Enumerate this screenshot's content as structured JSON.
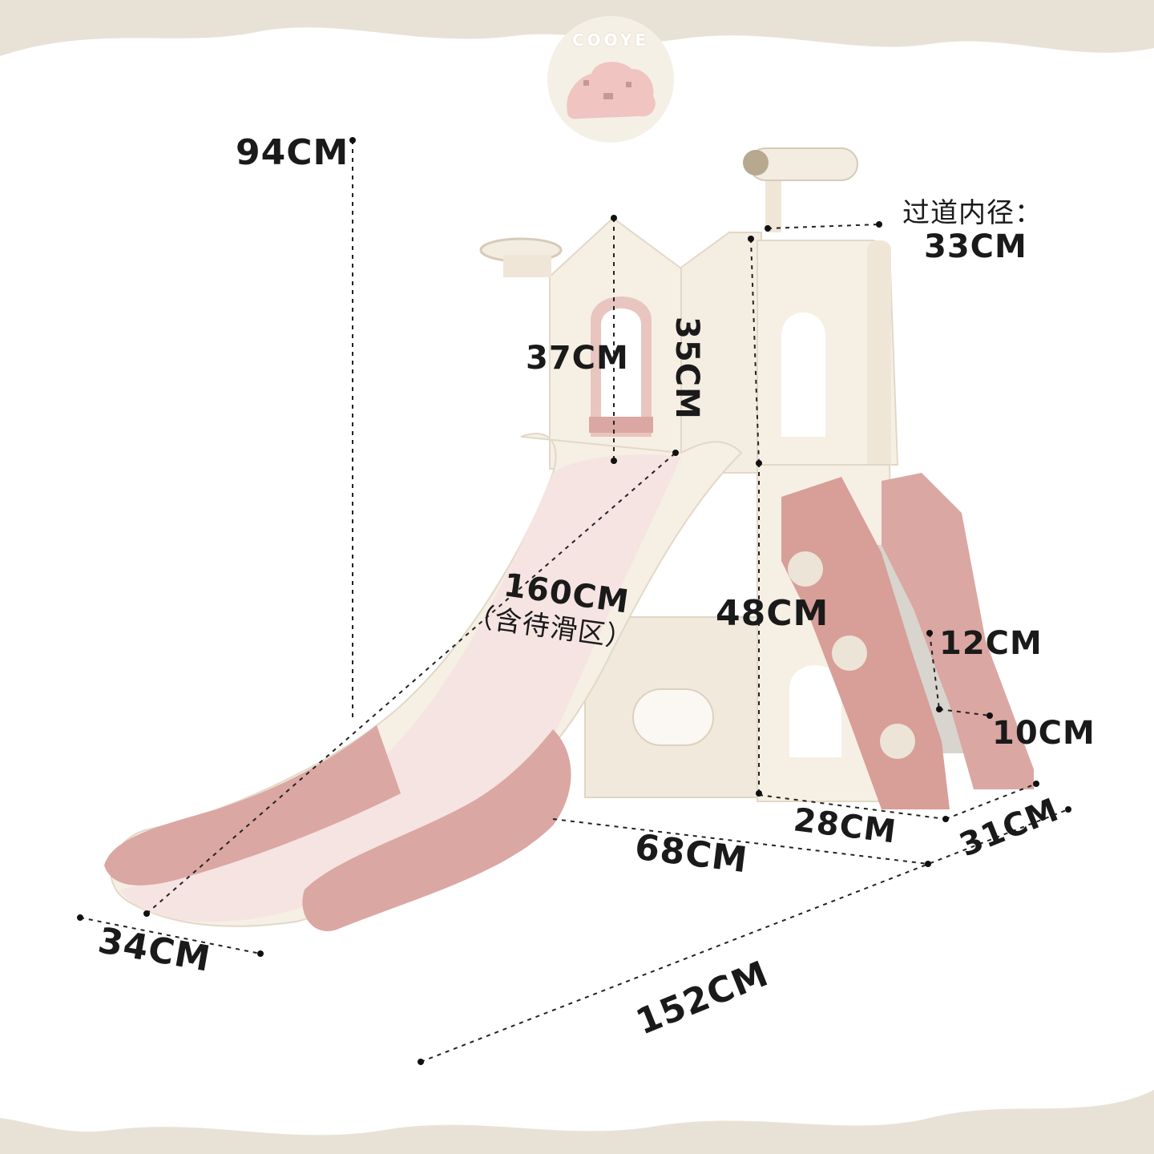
{
  "brand": {
    "name": "COOYE"
  },
  "dimensions": {
    "height_total": "94CM",
    "window_height": "37CM",
    "panel_height": "35CM",
    "tunnel_label": "过道内径：",
    "tunnel_value": "33CM",
    "slide_length": "160CM",
    "slide_note": "（含待滑区）",
    "platform_height": "48CM",
    "step_gap": "12CM",
    "step_depth": "10CM",
    "ladder_depth": "28CM",
    "ladder_width": "31CM",
    "slide_run": "68CM",
    "slide_width": "34CM",
    "total_length": "152CM"
  },
  "colors": {
    "background_frame": "#e8e2d6",
    "background_inner": "#ffffff",
    "cream": "#f6efe4",
    "pink": "#dba7a2",
    "pink_light": "#f4dcd8",
    "gray": "#d8d4ce"
  }
}
